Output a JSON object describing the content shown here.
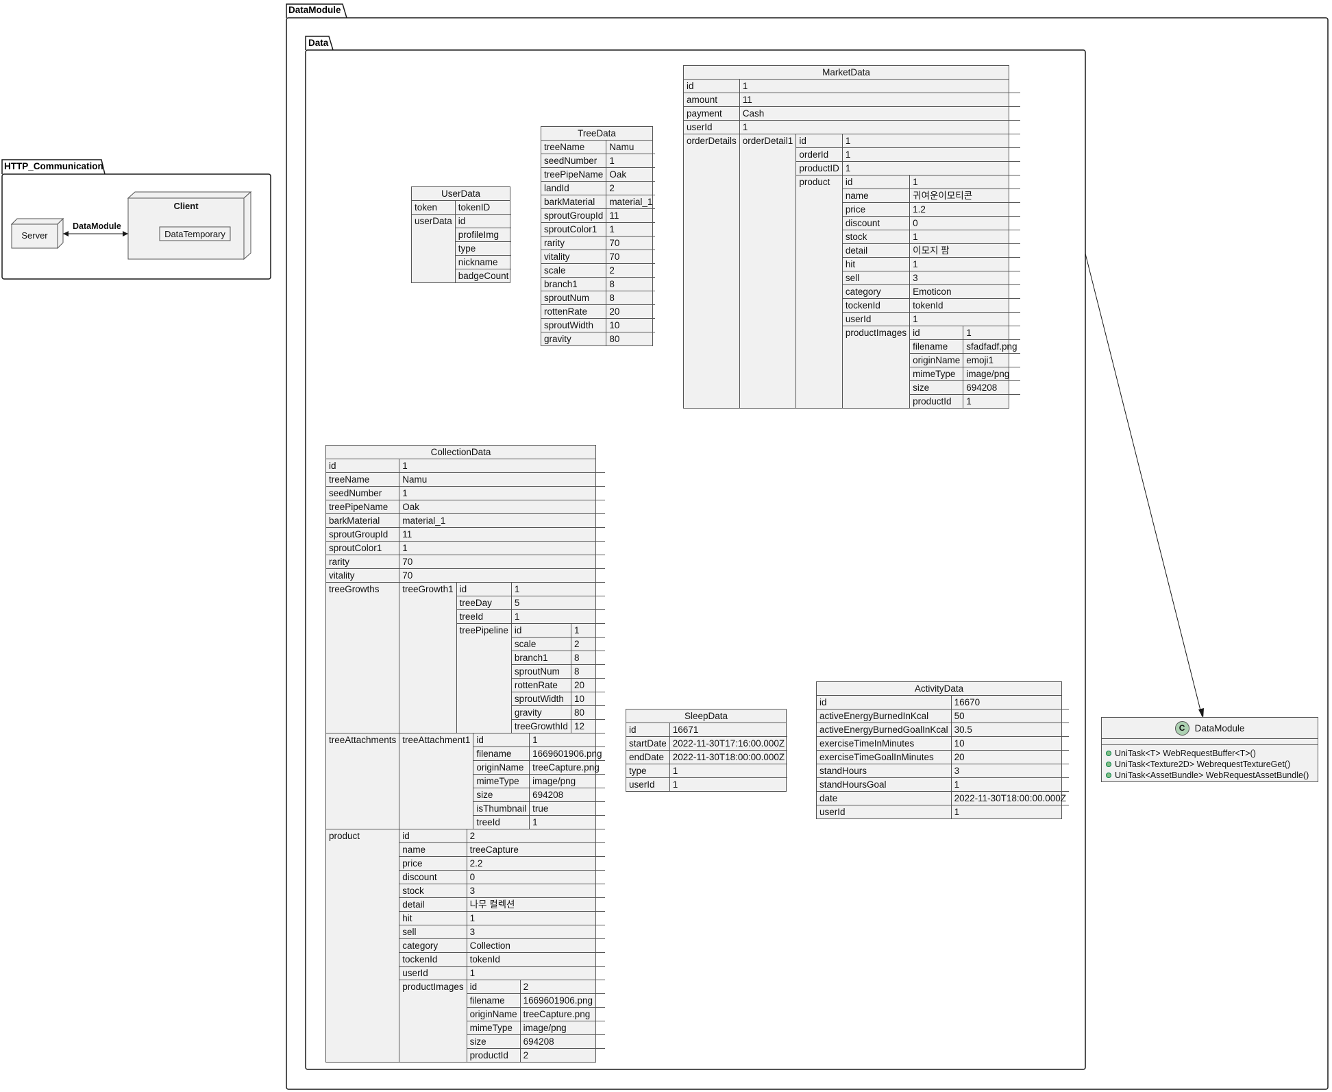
{
  "packages": {
    "http": "HTTP_Communication",
    "datamodule": "DataModule",
    "data": "Data"
  },
  "http": {
    "server": "Server",
    "client": "Client",
    "client_inner": "DataTemporary",
    "link_label": "DataModule"
  },
  "userdata": {
    "title": "UserData",
    "token_key": "token",
    "token_val": "tokenID",
    "userdata_key": "userData",
    "fields": [
      "id",
      "profileImg",
      "type",
      "nickname",
      "badgeCount"
    ]
  },
  "treedata": {
    "title": "TreeData",
    "rows": [
      [
        "treeName",
        "Namu"
      ],
      [
        "seedNumber",
        "1"
      ],
      [
        "treePipeName",
        "Oak"
      ],
      [
        "landId",
        "2"
      ],
      [
        "barkMaterial",
        "material_1"
      ],
      [
        "sproutGroupId",
        "11"
      ],
      [
        "sproutColor1",
        "1"
      ],
      [
        "rarity",
        "70"
      ],
      [
        "vitality",
        "70"
      ],
      [
        "scale",
        "2"
      ],
      [
        "branch1",
        "8"
      ],
      [
        "sproutNum",
        "8"
      ],
      [
        "rottenRate",
        "20"
      ],
      [
        "sproutWidth",
        "10"
      ],
      [
        "gravity",
        "80"
      ]
    ]
  },
  "marketdata": {
    "title": "MarketData",
    "rows": [
      [
        "id",
        "1"
      ],
      [
        "amount",
        "11"
      ],
      [
        "payment",
        "Cash"
      ],
      [
        "userId",
        "1"
      ]
    ],
    "orderDetails_key": "orderDetails",
    "orderDetail1_key": "orderDetail1",
    "od_rows": [
      [
        "id",
        "1"
      ],
      [
        "orderId",
        "1"
      ],
      [
        "productID",
        "1"
      ]
    ],
    "product_key": "product",
    "product_rows": [
      [
        "id",
        "1"
      ],
      [
        "name",
        "귀여운이모티콘"
      ],
      [
        "price",
        "1.2"
      ],
      [
        "discount",
        "0"
      ],
      [
        "stock",
        "1"
      ],
      [
        "detail",
        "이모지 팜"
      ],
      [
        "hit",
        "1"
      ],
      [
        "sell",
        "3"
      ],
      [
        "category",
        "Emoticon"
      ],
      [
        "tockenId",
        "tokenId"
      ],
      [
        "userId",
        "1"
      ]
    ],
    "productImages_key": "productImages",
    "pi_rows": [
      [
        "id",
        "1"
      ],
      [
        "filename",
        "sfadfadf.png"
      ],
      [
        "originName",
        "emoji1"
      ],
      [
        "mimeType",
        "image/png"
      ],
      [
        "size",
        "694208"
      ],
      [
        "productId",
        "1"
      ]
    ]
  },
  "collectiondata": {
    "title": "CollectionData",
    "rows": [
      [
        "id",
        "1"
      ],
      [
        "treeName",
        "Namu"
      ],
      [
        "seedNumber",
        "1"
      ],
      [
        "treePipeName",
        "Oak"
      ],
      [
        "barkMaterial",
        "material_1"
      ],
      [
        "sproutGroupId",
        "11"
      ],
      [
        "sproutColor1",
        "1"
      ],
      [
        "rarity",
        "70"
      ],
      [
        "vitality",
        "70"
      ]
    ],
    "treeGrowths_key": "treeGrowths",
    "treeGrowth1_key": "treeGrowth1",
    "tg_rows": [
      [
        "id",
        "1"
      ],
      [
        "treeDay",
        "5"
      ],
      [
        "treeId",
        "1"
      ]
    ],
    "treePipeline_key": "treePipeline",
    "tp_rows": [
      [
        "id",
        "1"
      ],
      [
        "scale",
        "2"
      ],
      [
        "branch1",
        "8"
      ],
      [
        "sproutNum",
        "8"
      ],
      [
        "rottenRate",
        "20"
      ],
      [
        "sproutWidth",
        "10"
      ],
      [
        "gravity",
        "80"
      ],
      [
        "treeGrowthId",
        "12"
      ]
    ],
    "treeAttachments_key": "treeAttachments",
    "treeAttachment1_key": "treeAttachment1",
    "ta_rows": [
      [
        "id",
        "1"
      ],
      [
        "filename",
        "1669601906.png"
      ],
      [
        "originName",
        "treeCapture.png"
      ],
      [
        "mimeType",
        "image/png"
      ],
      [
        "size",
        "694208"
      ],
      [
        "isThumbnail",
        "true"
      ],
      [
        "treeId",
        "1"
      ]
    ],
    "product_key": "product",
    "product_rows": [
      [
        "id",
        "2"
      ],
      [
        "name",
        "treeCapture"
      ],
      [
        "price",
        "2.2"
      ],
      [
        "discount",
        "0"
      ],
      [
        "stock",
        "3"
      ],
      [
        "detail",
        "나무 컬렉션"
      ],
      [
        "hit",
        "1"
      ],
      [
        "sell",
        "3"
      ],
      [
        "category",
        "Collection"
      ],
      [
        "tockenId",
        "tokenId"
      ],
      [
        "userId",
        "1"
      ]
    ],
    "productImages_key": "productImages",
    "pi_rows": [
      [
        "id",
        "2"
      ],
      [
        "filename",
        "1669601906.png"
      ],
      [
        "originName",
        "treeCapture.png"
      ],
      [
        "mimeType",
        "image/png"
      ],
      [
        "size",
        "694208"
      ],
      [
        "productId",
        "2"
      ]
    ]
  },
  "sleepdata": {
    "title": "SleepData",
    "rows": [
      [
        "id",
        "16671"
      ],
      [
        "startDate",
        "2022-11-30T17:16:00.000Z"
      ],
      [
        "endDate",
        "2022-11-30T18:00:00.000Z"
      ],
      [
        "type",
        "1"
      ],
      [
        "userId",
        "1"
      ]
    ]
  },
  "activitydata": {
    "title": "ActivityData",
    "rows": [
      [
        "id",
        "16670"
      ],
      [
        "activeEnergyBurnedInKcal",
        "50"
      ],
      [
        "activeEnergyBurnedGoalInKcal",
        "30.5"
      ],
      [
        "exerciseTimeInMinutes",
        "10"
      ],
      [
        "exerciseTimeGoalInMinutes",
        "20"
      ],
      [
        "standHours",
        "3"
      ],
      [
        "standHoursGoal",
        "1"
      ],
      [
        "date",
        "2022-11-30T18:00:00.000Z"
      ],
      [
        "userId",
        "1"
      ]
    ]
  },
  "dmclass": {
    "icon": "C",
    "name": "DataModule",
    "methods": [
      "UniTask<T> WebRequestBuffer<T>()",
      "UniTask<Texture2D> WebrequestTextureGet()",
      "UniTask<AssetBundle> WebRequestAssetBundle()"
    ]
  }
}
